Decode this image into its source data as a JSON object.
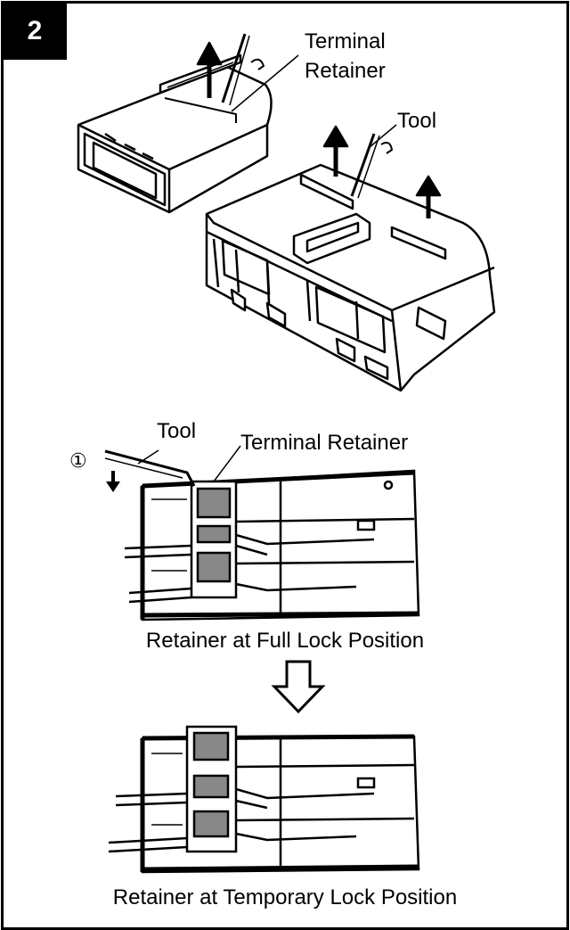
{
  "step": {
    "number": "2"
  },
  "top_figure": {
    "terminal_retainer_label_line1": "Terminal",
    "terminal_retainer_label_line2": "Retainer",
    "tool_label": "Tool"
  },
  "middle_figure": {
    "tool_label": "Tool",
    "terminal_retainer_label": "Terminal Retainer",
    "step_marker": "①",
    "caption": "Retainer at Full Lock Position"
  },
  "bottom_figure": {
    "caption": "Retainer at Temporary Lock Position"
  },
  "colors": {
    "ink": "#000000",
    "paper": "#ffffff"
  }
}
